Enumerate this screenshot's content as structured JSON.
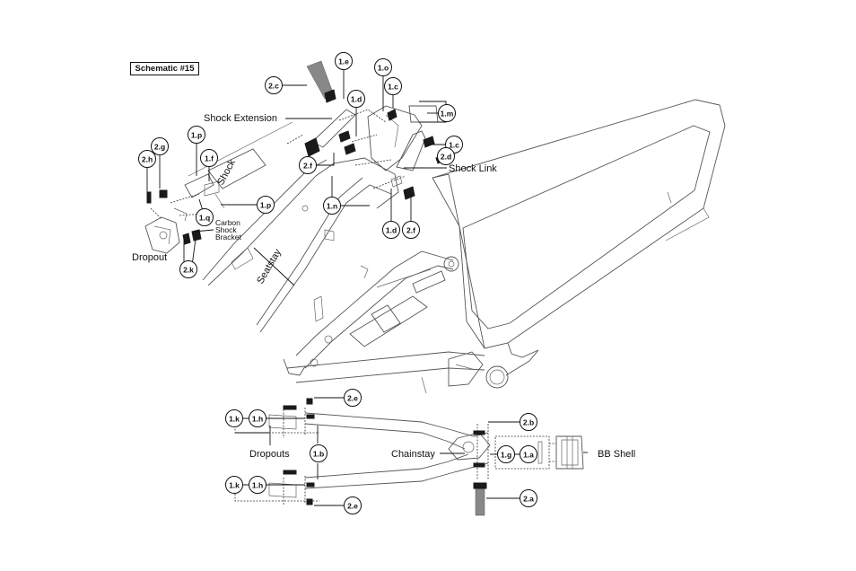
{
  "title": "Schematic #15",
  "labels": {
    "shock_extension": "Shock Extension",
    "shock": "Shock",
    "shock_link": "Shock Link",
    "carbon_line1": "Carbon",
    "carbon_line2": "Shock",
    "carbon_line3": "Bracket",
    "dropout": "Dropout",
    "seatstay": "Seatstay",
    "dropouts": "Dropouts",
    "chainstay": "Chainstay",
    "bb_shell": "BB Shell"
  },
  "callouts": [
    {
      "id": "1.e",
      "text": "1.e"
    },
    {
      "id": "1.o",
      "text": "1.o"
    },
    {
      "id": "2.c",
      "text": "2.c"
    },
    {
      "id": "1.c-top",
      "text": "1.c"
    },
    {
      "id": "1.d-top",
      "text": "1.d"
    },
    {
      "id": "1.m",
      "text": "1.m"
    },
    {
      "id": "1.p-top",
      "text": "1.p"
    },
    {
      "id": "2.g",
      "text": "2.g"
    },
    {
      "id": "1.f",
      "text": "1.f"
    },
    {
      "id": "2.h",
      "text": "2.h"
    },
    {
      "id": "1.c-mid",
      "text": "1.c"
    },
    {
      "id": "2.d",
      "text": "2.d"
    },
    {
      "id": "2.f-left",
      "text": "2.f"
    },
    {
      "id": "1.p-mid",
      "text": "1.p"
    },
    {
      "id": "1.n",
      "text": "1.n"
    },
    {
      "id": "1.q",
      "text": "1.q"
    },
    {
      "id": "1.d-bottom",
      "text": "1.d"
    },
    {
      "id": "2.f-right",
      "text": "2.f"
    },
    {
      "id": "2.k",
      "text": "2.k"
    },
    {
      "id": "2.e-top",
      "text": "2.e"
    },
    {
      "id": "1.k-top",
      "text": "1.k"
    },
    {
      "id": "1.h-top",
      "text": "1.h"
    },
    {
      "id": "2.b",
      "text": "2.b"
    },
    {
      "id": "1.b",
      "text": "1.b"
    },
    {
      "id": "1.g",
      "text": "1.g"
    },
    {
      "id": "1.a",
      "text": "1.a"
    },
    {
      "id": "1.k-bottom",
      "text": "1.k"
    },
    {
      "id": "1.h-bottom",
      "text": "1.h"
    },
    {
      "id": "2.a",
      "text": "2.a"
    },
    {
      "id": "2.e-bottom",
      "text": "2.e"
    }
  ]
}
